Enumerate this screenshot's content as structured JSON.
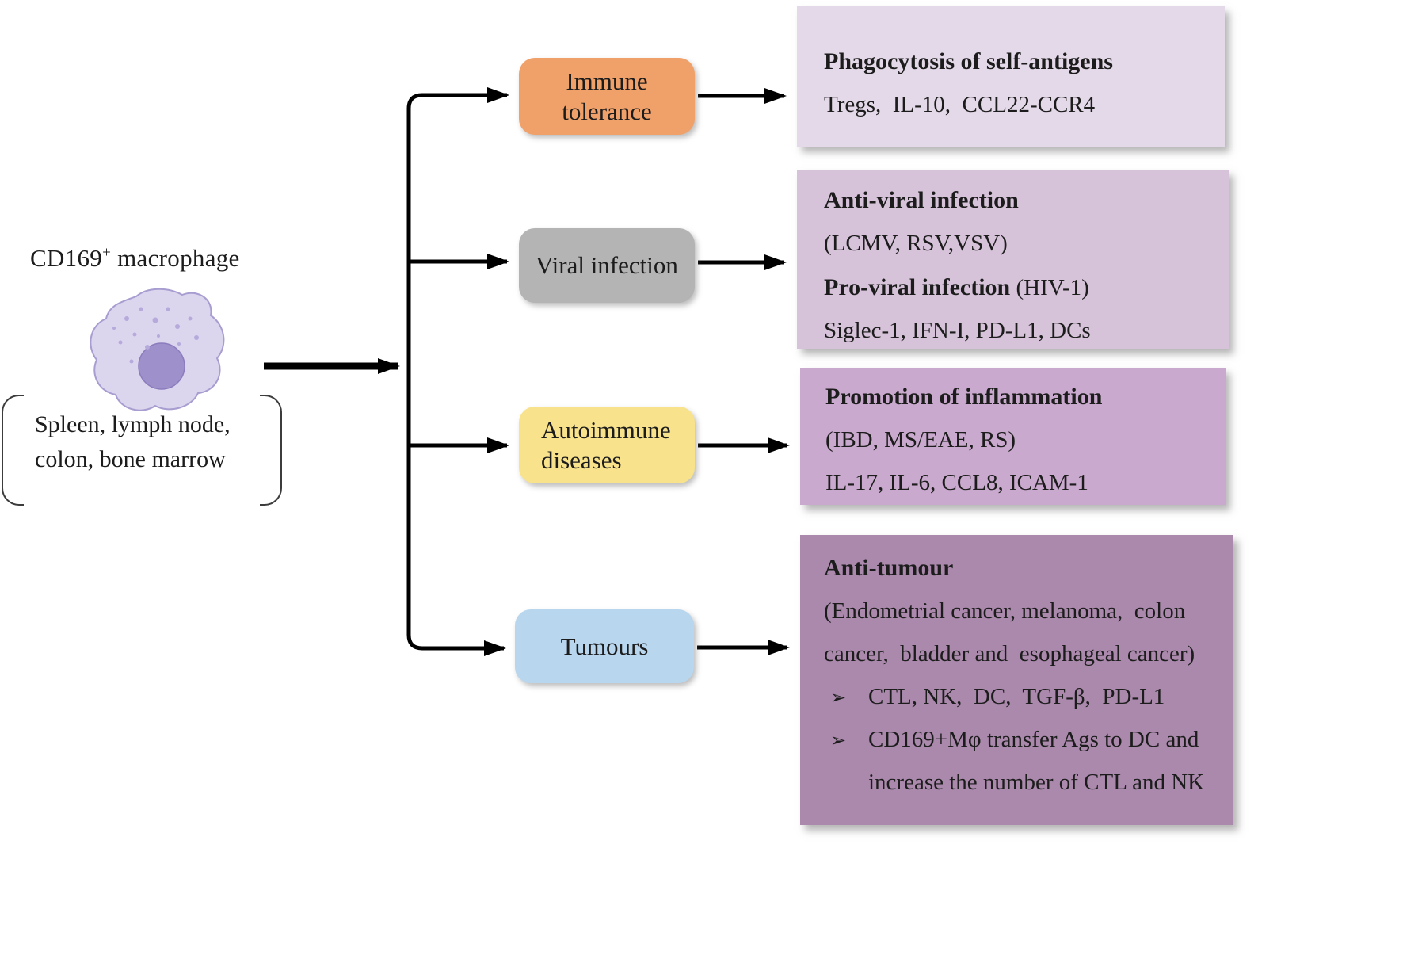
{
  "source": {
    "name": "CD169",
    "name_sup": "+",
    "name_rest": " macrophage",
    "locations_line1": "Spleen, lymph node,",
    "locations_line2": "colon, bone marrow"
  },
  "branches": {
    "immune_tolerance": {
      "label": "Immune tolerance"
    },
    "viral_infection": {
      "label": "Viral infection"
    },
    "autoimmune": {
      "label": "Autoimmune diseases"
    },
    "tumours": {
      "label": "Tumours"
    }
  },
  "panels": {
    "tolerance": {
      "title": "Phagocytosis of self-antigens",
      "line1": "Tregs,  IL-10,  CCL22-CCR4"
    },
    "viral": {
      "title1": "Anti-viral infection",
      "line1": "(LCMV, RSV,VSV)",
      "title2": "Pro-viral infection",
      "title2_suffix": " (HIV-1)",
      "line2": "Siglec-1, IFN-I, PD-L1, DCs"
    },
    "autoimmune": {
      "title": "Promotion of inflammation",
      "line1": "(IBD, MS/EAE, RS)",
      "line2": "IL-17, IL-6, CCL8, ICAM-1"
    },
    "tumour": {
      "title": "Anti-tumour",
      "line1": "(Endometrial cancer, melanoma,  colon cancer,  bladder and  esophageal cancer)",
      "bullet_icon": "➢",
      "bullet1": "CTL, NK,  DC,  TGF-β,  PD-L1",
      "bullet2": "CD169+Mφ transfer Ags to DC and increase the number of CTL and NK"
    }
  },
  "colors": {
    "immune_tolerance_box": "#f0a169",
    "viral_infection_box": "#b4b4b4",
    "autoimmune_box": "#f8e28c",
    "tumours_box": "#b8d6ee",
    "panel_tolerance": "#e4d9e8",
    "panel_viral": "#d6c2d9",
    "panel_autoimmune": "#c9a9cd",
    "panel_tumour": "#aa89ac",
    "arrow": "#000000",
    "cell_body": "#dcd5ee",
    "cell_nucleus": "#9e90cb"
  }
}
